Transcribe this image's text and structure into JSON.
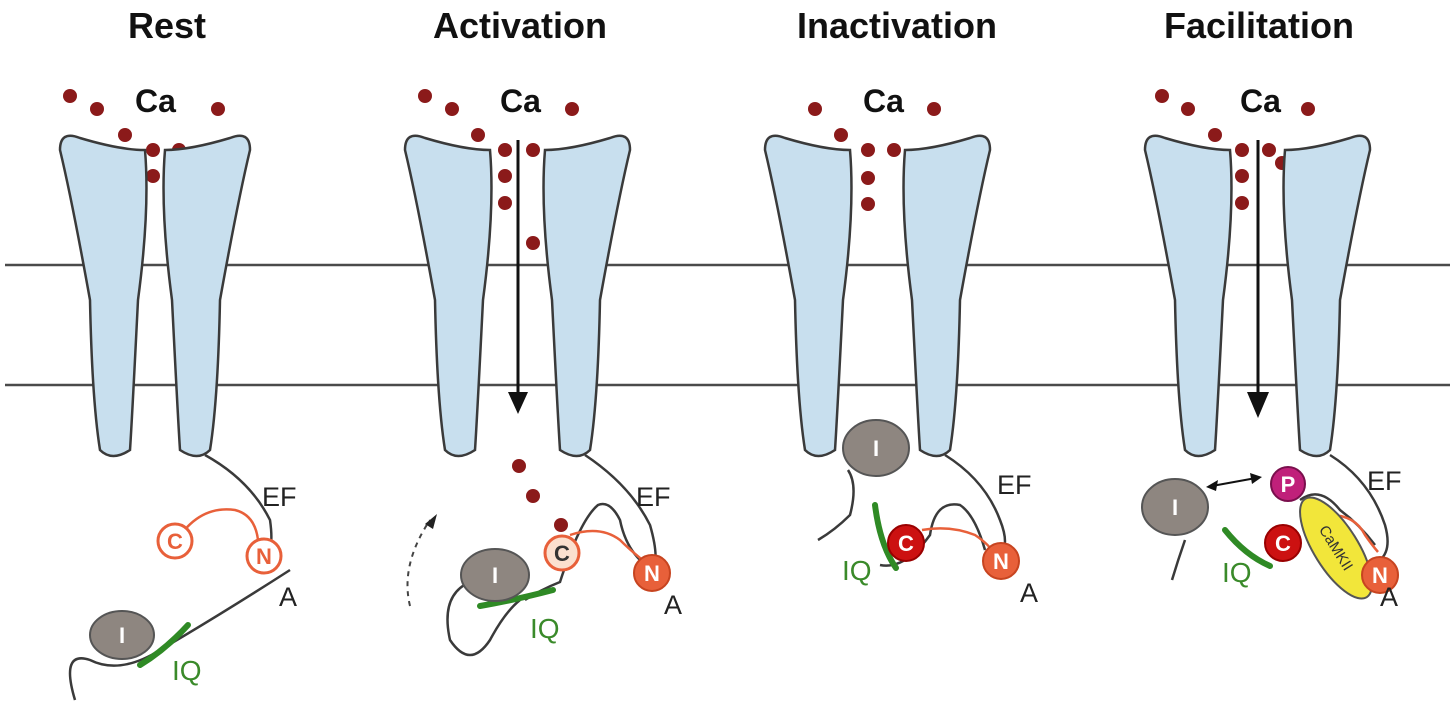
{
  "panels": [
    {
      "title": "Rest",
      "ca_label": "Ca",
      "ef_label": "EF",
      "a_label": "A",
      "iq_label": "IQ",
      "i_label": "I",
      "c_label": "C",
      "n_label": "N"
    },
    {
      "title": "Activation",
      "ca_label": "Ca",
      "ef_label": "EF",
      "a_label": "A",
      "iq_label": "IQ",
      "i_label": "I",
      "c_label": "C",
      "n_label": "N"
    },
    {
      "title": "Inactivation",
      "ca_label": "Ca",
      "ef_label": "EF",
      "a_label": "A",
      "iq_label": "IQ",
      "i_label": "I",
      "c_label": "C",
      "n_label": "N"
    },
    {
      "title": "Facilitation",
      "ca_label": "Ca",
      "ef_label": "EF",
      "a_label": "A",
      "iq_label": "IQ",
      "i_label": "I",
      "c_label": "C",
      "n_label": "N",
      "p_label": "P",
      "kinase_label": "CaMKII"
    }
  ],
  "colors": {
    "channel": "#c8dfee",
    "calcium": "#8b1a1a",
    "iq_domain": "#2f8a25",
    "lobe_open": "#e8603a",
    "lobe_bound": "#cc1111",
    "phospho": "#c0207a",
    "kinase": "#f2e63a"
  }
}
